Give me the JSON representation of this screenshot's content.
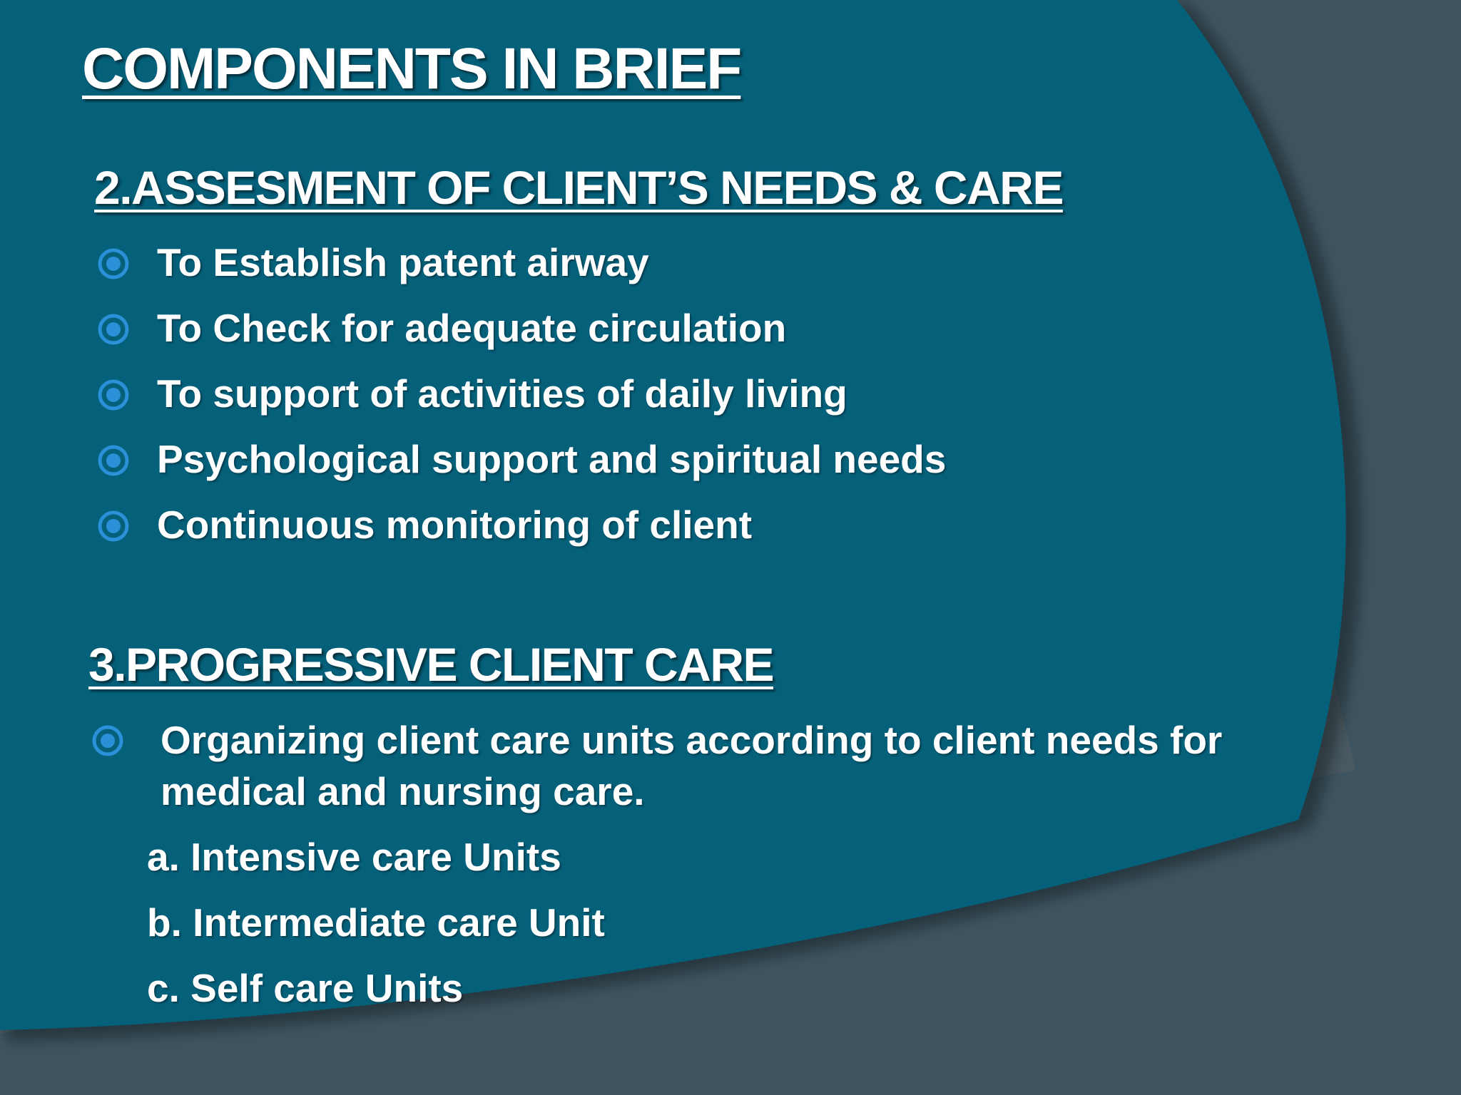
{
  "slide": {
    "title": "COMPONENTS IN BRIEF",
    "section2": {
      "heading": "2.ASSESMENT OF CLIENT’S NEEDS & CARE",
      "bullets": [
        "To Establish patent airway",
        "To Check for adequate circulation",
        "To support of activities of daily living",
        "Psychological support and spiritual needs",
        "Continuous monitoring of client"
      ]
    },
    "section3": {
      "heading": "3.PROGRESSIVE CLIENT CARE",
      "paragraph": "Organizing client care units according to client needs for medical and nursing care.",
      "sub_items": [
        "a. Intensive care Units",
        "b. Intermediate care Unit",
        "c. Self care Units"
      ]
    }
  },
  "colors": {
    "main_background": "#05607a",
    "corner_background": "#4a5a63",
    "bullet_accent": "#2a90d8",
    "text": "#ffffff"
  },
  "icons": {
    "bullet": "target-circle-icon"
  }
}
